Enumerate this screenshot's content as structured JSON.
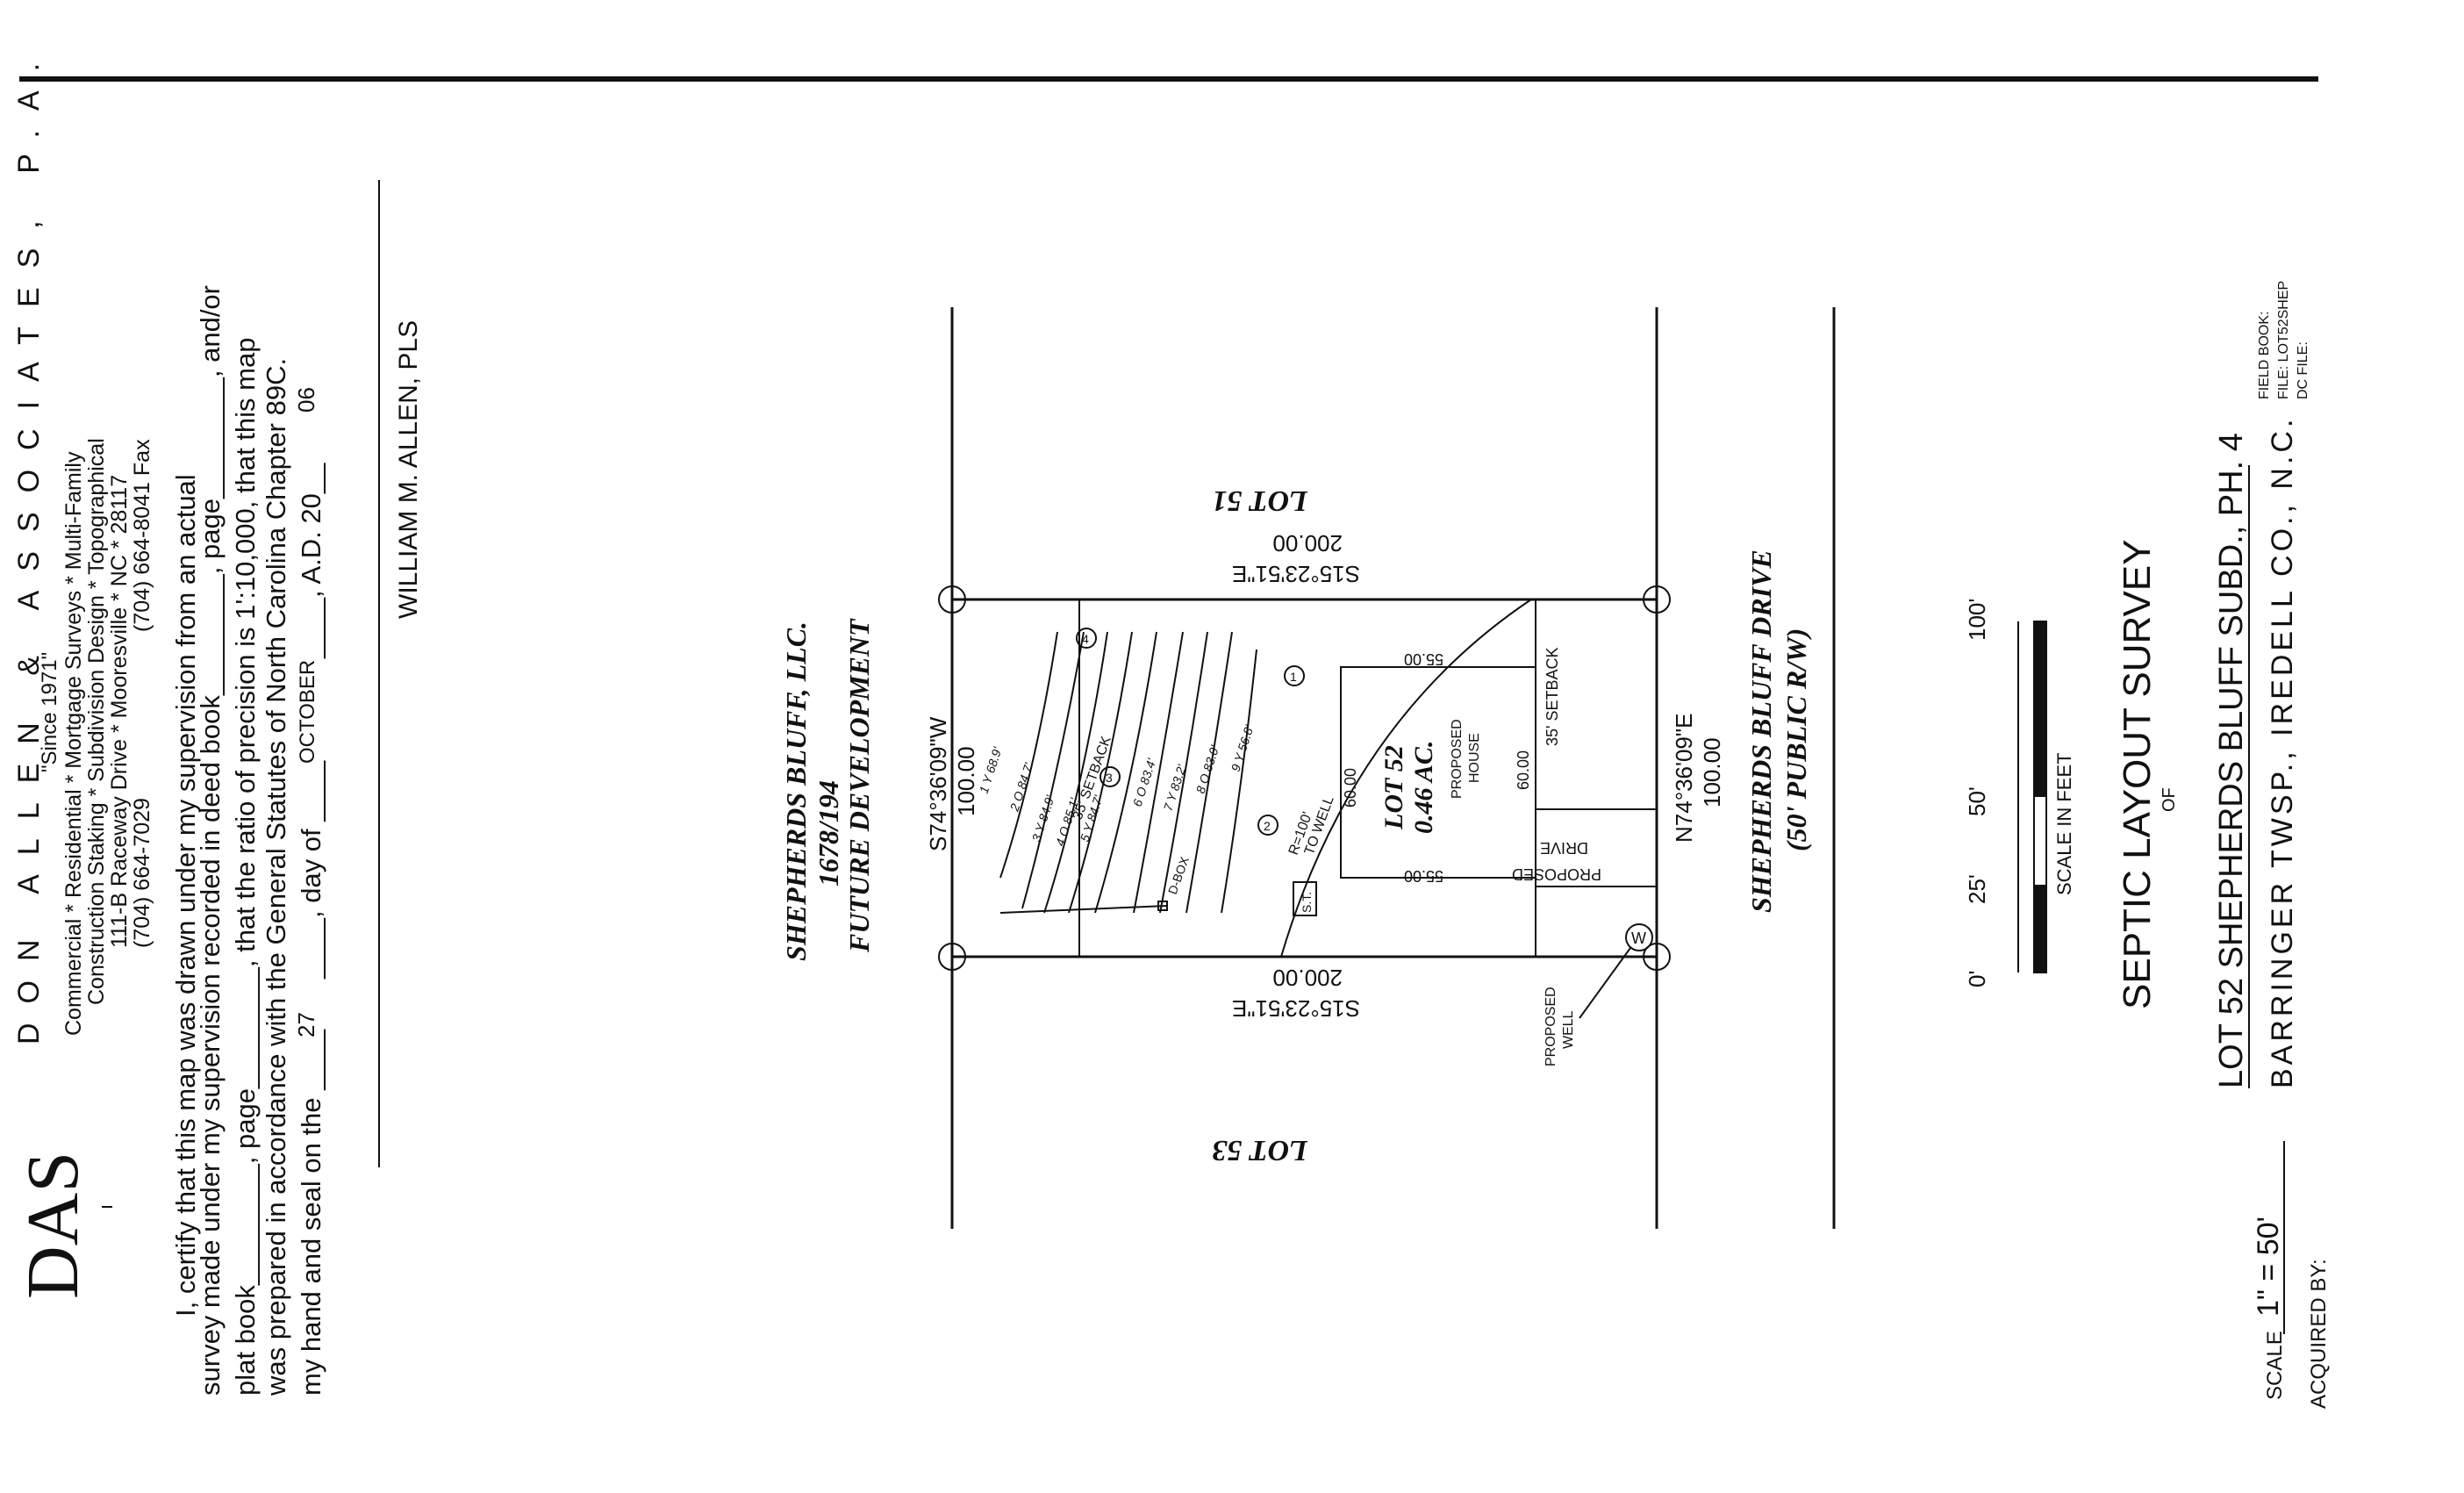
{
  "company": {
    "logo_text": "DAS",
    "name_partial": "DON ALLEN & ASSOCIATES, P.A.",
    "since": "\"Since 1971\"",
    "services_1": "Commercial * Residential * Mortgage Surveys * Multi-Family",
    "services_2": "Construction Staking * Subdivision Design * Topographical",
    "address": "111-B Raceway Drive * Mooresville * NC * 28117",
    "phone": "(704) 664-7029",
    "fax": "(704) 664-8041 Fax"
  },
  "certificate": {
    "line_1": "I, certify that this map was drawn under my supervision from an actual",
    "line_2": "survey made under my supervision recorded in deed book________, page________, and/or",
    "line_3": "plat book________, page________, that the ratio of precision is 1':10,000, that this map",
    "line_4": "was prepared in accordance with the General Statutes of North Carolina Chapter 89C.",
    "line_5_a": "my hand and seal on the ____",
    "day": "27",
    "line_5_b": "____, day of ____",
    "month": "OCTOBER",
    "line_5_c": "____, A.D. 20__",
    "year": "06",
    "surveyor": "WILLIAM M. ALLEN, PLS"
  },
  "plat": {
    "left_owner_1": "SHEPHERDS BLUFF, LLC.",
    "left_owner_2": "1678/194",
    "left_owner_3": "FUTURE DEVELOPMENT",
    "road_1": "SHEPHERDS BLUFF DRIVE",
    "road_2": "(50' PUBLIC R/W)",
    "lot_top": "LOT 51",
    "lot_bottom": "LOT 53",
    "lot_label": "LOT 52",
    "lot_area": "0.46 AC.",
    "bearing_top": "S15°23'51\"E",
    "dist_top": "200.00",
    "bearing_bottom": "S15°23'51\"E",
    "dist_bottom": "200.00",
    "bearing_left": "S74°36'09\"W",
    "dist_left": "100.00",
    "bearing_right": "N74°36'09\"E",
    "dist_right": "100.00",
    "house_1": "PROPOSED",
    "house_2": "HOUSE",
    "house_dim_w": "55.00",
    "house_dim_h": "60.00",
    "setback_rear": "35' SETBACK",
    "setback_front": "35' SETBACK",
    "drive_1": "PROPOSED",
    "drive_2": "DRIVE",
    "well_1": "PROPOSED",
    "well_2": "WELL",
    "well_symbol": "W",
    "well_radius_1": "R=100'",
    "well_radius_2": "TO WELL",
    "septic_tank": "S.T.",
    "dbox": "D-BOX",
    "lines": [
      "1 Y 68.9'",
      "2 O 84.7'",
      "3 Y 84.9'",
      "4 O 85.1'",
      "5 Y 84.7'",
      "6 O 83.4'",
      "7 Y 83.2'",
      "8 O 83.0'",
      "9 Y 56.8'"
    ],
    "markers": [
      "1",
      "2",
      "3",
      "4"
    ]
  },
  "scale_bar": {
    "ticks": [
      "0'",
      "25'",
      "50'",
      "100'"
    ],
    "caption": "SCALE IN FEET"
  },
  "title_block": {
    "title": "SEPTIC LAYOUT SURVEY",
    "of": "OF",
    "subject": "LOT 52 SHEPHERDS BLUFF SUBD., PH. 4",
    "location": "BARRINGER TWSP., IREDELL CO., N.C.",
    "scale_label": "SCALE",
    "scale_value": "1\" = 50'",
    "acquired_by": "ACQUIRED BY:",
    "field_book": "FIELD BOOK:",
    "file": "FILE: LOT52SHEP",
    "dc_file": "DC FILE:"
  }
}
